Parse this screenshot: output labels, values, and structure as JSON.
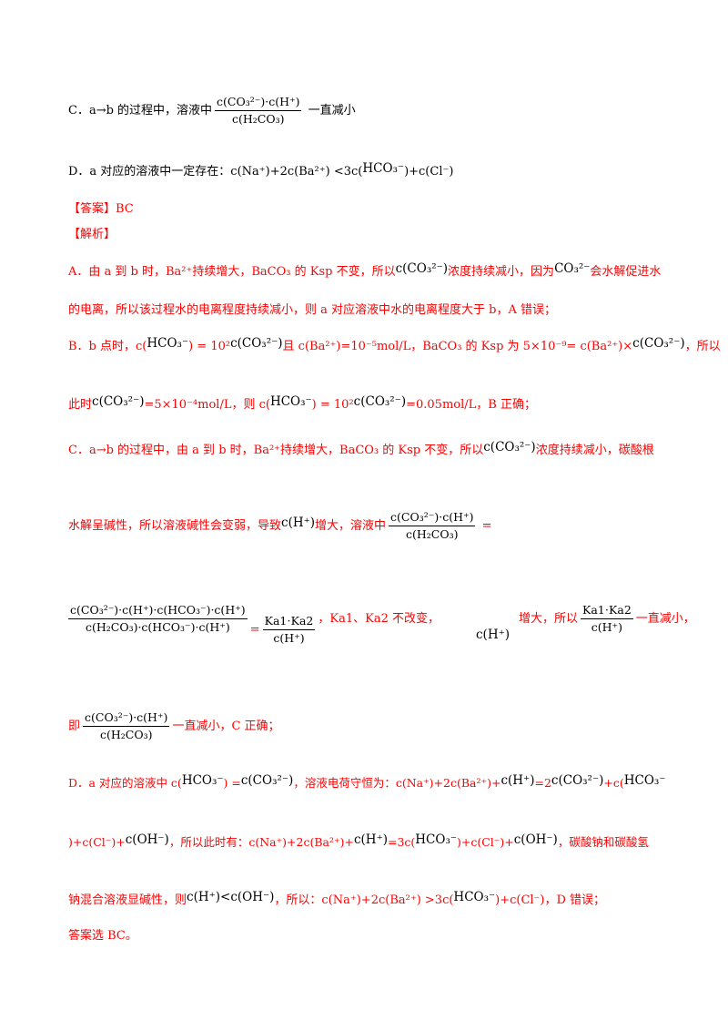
{
  "option_c": {
    "lead": "C．a→b 的过程中，溶液中",
    "num": "c(CO₃²⁻)·c(H⁺)",
    "den": "c(H₂CO₃)",
    "tail": "一直减小"
  },
  "option_d": {
    "lead": "D．a 对应的溶液中一定存在：c(Na⁺)+2c(Ba²⁺) <3c(",
    "ion": "HCO₃⁻",
    "tail": ")+c(Cl⁻)"
  },
  "answer": "【答案】BC",
  "analysis_head": "【解析】",
  "a": {
    "l1_t1": "A．由 a 到 b 时，Ba²⁺持续增大，BaCO₃ 的 Ksp 不变，所以",
    "l1_ion": "c(CO₃²⁻)",
    "l1_t2": "浓度持续减小，因为",
    "l1_ion2": "CO₃²⁻",
    "l1_t3": "会水解促进水",
    "l2": "的电离，所以该过程水的电离程度持续减小，则 a 对应溶液中水的电离程度大于 b，A 错误；"
  },
  "b": {
    "l1_t1": "B．b 点时，c(",
    "l1_ion": "HCO₃⁻",
    "l1_t2": ") = 10²",
    "l1_ion2": "c(CO₃²⁻)",
    "l1_t3": "且 c(Ba²⁺)=10⁻⁵mol/L，BaCO₃ 的 Ksp 为 5×10⁻⁹= c(Ba²⁺)×",
    "l1_ion3": "c(CO₃²⁻)",
    "l1_t4": "，所以",
    "l2_t1": "此时",
    "l2_ion": "c(CO₃²⁻)",
    "l2_t2": "=5×10⁻⁴mol/L，则 c(",
    "l2_ion2": "HCO₃⁻",
    "l2_t3": ") = 10²",
    "l2_ion3": "c(CO₃²⁻)",
    "l2_t4": "=0.05mol/L，B 正确；"
  },
  "c": {
    "l1_t1": "C．a→b 的过程中，由 a 到 b 时，Ba²⁺持续增大，BaCO₃ 的 Ksp 不变，所以",
    "l1_ion": "c(CO₃²⁻)",
    "l1_t2": "浓度持续减小，碳酸根",
    "l2_t1": "水解呈碱性，所以溶液碱性会变弱，导致",
    "l2_ion": "c(H⁺)",
    "l2_t2": "增大，溶液中",
    "l2_num": "c(CO₃²⁻)·c(H⁺)",
    "l2_den": "c(H₂CO₃)",
    "l2_t3": "=",
    "l3_num": "c(CO₃²⁻)·c(H⁺)·c(HCO₃⁻)·c(H⁺)",
    "l3_den": "c(H₂CO₃)·c(HCO₃⁻)·c(H⁺)",
    "l3_eq": "=",
    "l3_fnum": "Ka1⋅Ka2",
    "l3_fden": "c(H⁺)",
    "l3_t1": "，Ka1、Ka2 不改变，",
    "l3_ion": "c(H⁺)",
    "l3_t2": "增大，所以",
    "l3_fnum2": "Ka1⋅Ka2",
    "l3_fden2": "c(H⁺)",
    "l3_t3": "一直减小，",
    "l4_t1": "即",
    "l4_num": "c(CO₃²⁻)·c(H⁺)",
    "l4_den": "c(H₂CO₃)",
    "l4_t2": "一直减小，C 正确；"
  },
  "d": {
    "l1_t1": "D．a 对应的溶液中 c(",
    "l1_ion": "HCO₃⁻",
    "l1_t2": ") =",
    "l1_ion2": "c(CO₃²⁻)",
    "l1_t3": "，溶液电荷守恒为：c(Na⁺)+2c(Ba²⁺)+",
    "l1_ion3": "c(H⁺)",
    "l1_t4": "=2",
    "l1_ion4": "c(CO₃²⁻)",
    "l1_t5": "+c(",
    "l1_ion5": "HCO₃⁻",
    "l2_t1": ")+c(Cl⁻)+",
    "l2_ion": "c(OH⁻)",
    "l2_t2": "，所以此时有：c(Na⁺)+2c(Ba²⁺)+",
    "l2_ion2": "c(H⁺)",
    "l2_t3": "=3c(",
    "l2_ion3": "HCO₃⁻",
    "l2_t4": ")+c(Cl⁻)+",
    "l2_ion4": "c(OH⁻)",
    "l2_t5": "，碳酸钠和碳酸氢",
    "l3_t1": "钠混合溶液显碱性，则",
    "l3_ion": "c(H⁺)<c(OH⁻)",
    "l3_t2": "，所以：c(Na⁺)+2c(Ba²⁺) >3c(",
    "l3_ion2": "HCO₃⁻",
    "l3_t3": ")+c(Cl⁻)，D 错误；"
  },
  "final": "答案选 BC。",
  "colors": {
    "analysis": "#ff0000",
    "stem": "#000000"
  }
}
